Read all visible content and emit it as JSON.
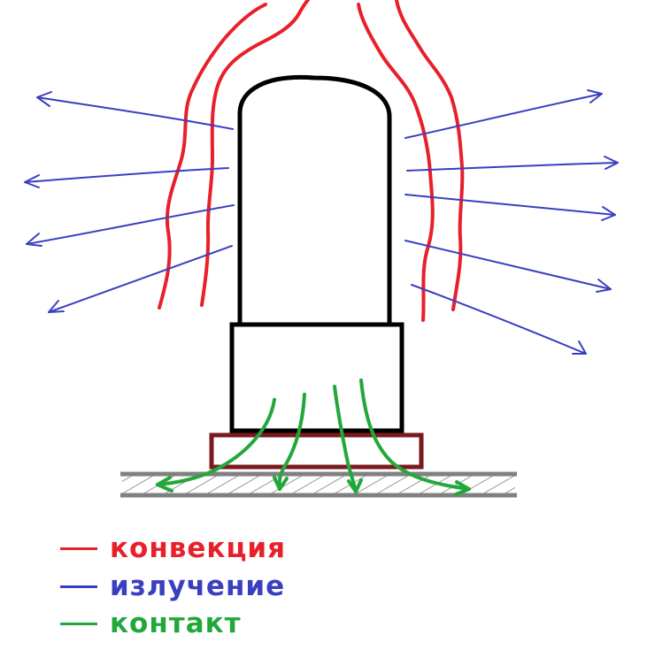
{
  "colors": {
    "convection": "#e8202a",
    "radiation": "#3a3fbf",
    "contact": "#22a83a",
    "outline": "#000000",
    "pad": "#7a1a1e",
    "surface": "#808080"
  },
  "icons": {
    "lamp": "lamp-bulb-icon",
    "base": "lamp-base-icon",
    "pad": "heat-pad-icon",
    "surface": "hatched-surface-icon"
  },
  "legend": [
    {
      "key": "convection",
      "label": "конвекция"
    },
    {
      "key": "radiation",
      "label": "излучение"
    },
    {
      "key": "contact",
      "label": "контакт"
    }
  ]
}
